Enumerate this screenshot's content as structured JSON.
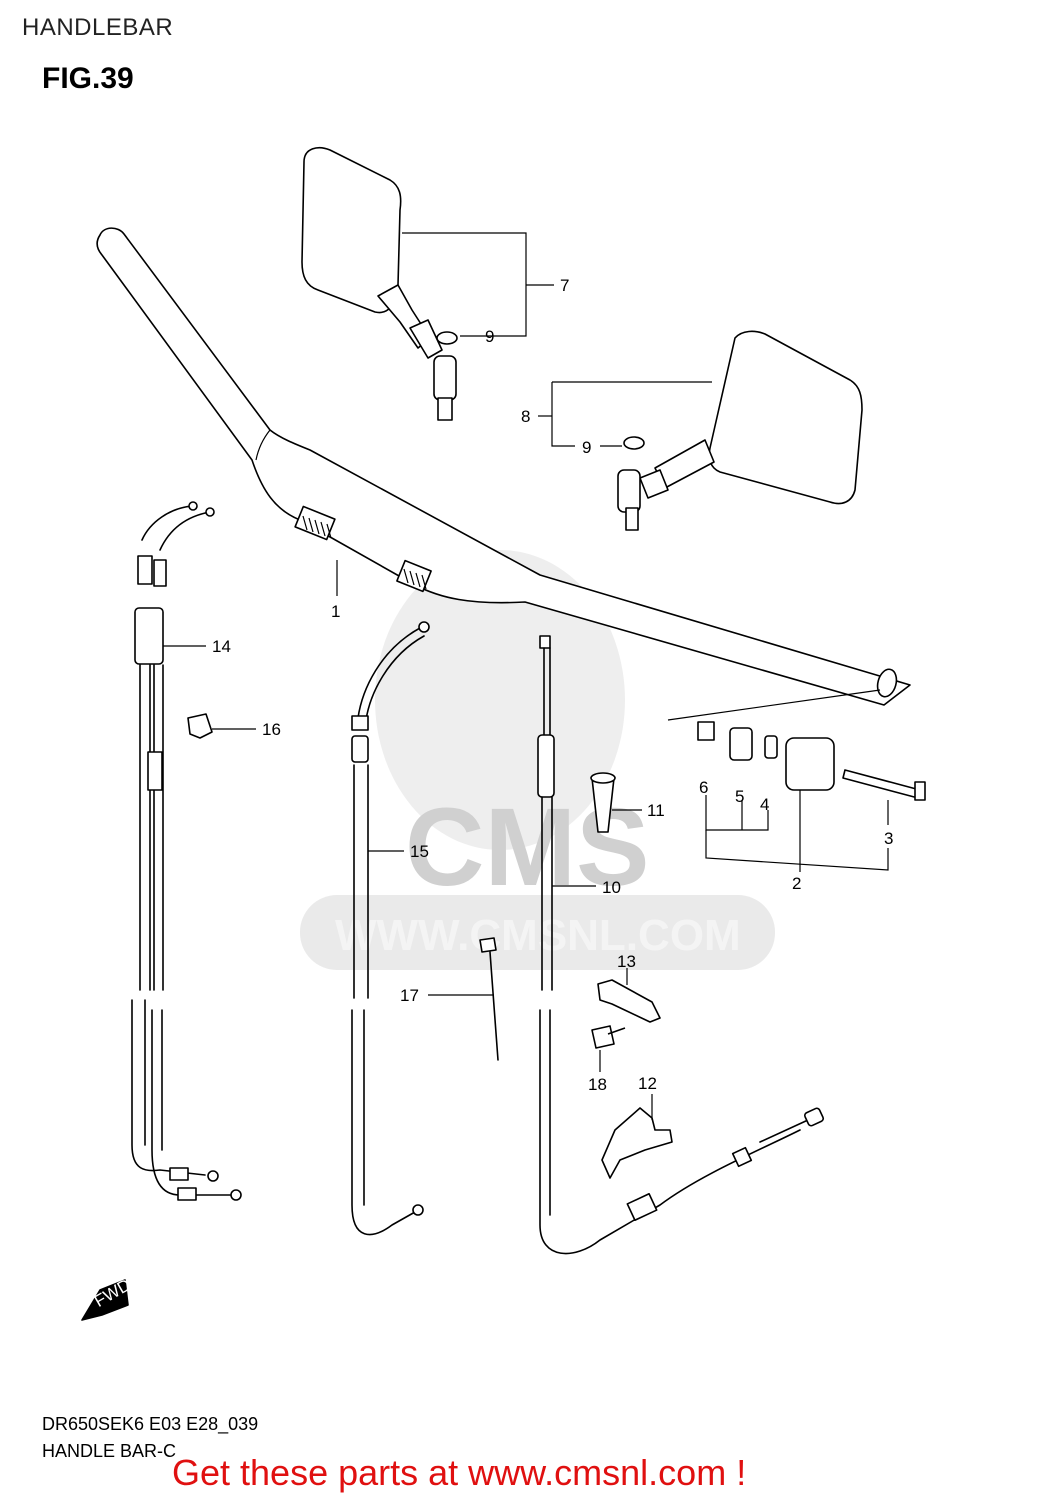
{
  "header": {
    "section": "HANDLEBAR",
    "figure": "FIG.39"
  },
  "watermark": {
    "url_text": "WWW.CMSNL.COM",
    "logo_text": "CMS"
  },
  "callouts": [
    {
      "id": "c1",
      "label": "1"
    },
    {
      "id": "c2",
      "label": "2"
    },
    {
      "id": "c3",
      "label": "3"
    },
    {
      "id": "c4",
      "label": "4"
    },
    {
      "id": "c5",
      "label": "5"
    },
    {
      "id": "c6",
      "label": "6"
    },
    {
      "id": "c7",
      "label": "7"
    },
    {
      "id": "c8",
      "label": "8"
    },
    {
      "id": "c9a",
      "label": "9"
    },
    {
      "id": "c9b",
      "label": "9"
    },
    {
      "id": "c10",
      "label": "10"
    },
    {
      "id": "c11",
      "label": "11"
    },
    {
      "id": "c12",
      "label": "12"
    },
    {
      "id": "c13",
      "label": "13"
    },
    {
      "id": "c14",
      "label": "14"
    },
    {
      "id": "c15",
      "label": "15"
    },
    {
      "id": "c16",
      "label": "16"
    },
    {
      "id": "c17",
      "label": "17"
    },
    {
      "id": "c18",
      "label": "18"
    }
  ],
  "fwd_label": "FWD",
  "footer": {
    "model_code": "DR650SEK6 E03 E28_039",
    "model_name": "HANDLE BAR-C",
    "promo": "Get these parts at www.cmsnl.com !",
    "promo_color": "#e01010"
  }
}
